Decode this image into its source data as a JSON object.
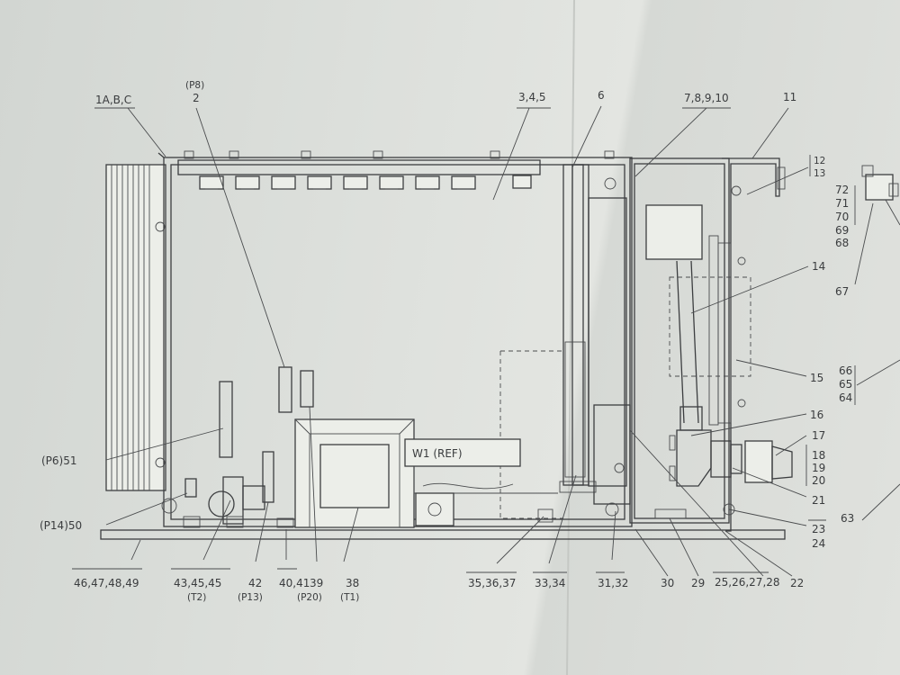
{
  "callouts": {
    "c1": "1A,B,C",
    "c2_ref": "(P8)",
    "c2": "2",
    "c3": "3,4,5",
    "c6": "6",
    "c7": "7,8,9,10",
    "c11": "11",
    "c12": "12",
    "c13": "13",
    "c14": "14",
    "c15": "15",
    "c16": "16",
    "c17": "17",
    "c18": "18",
    "c19": "19",
    "c20": "20",
    "c21": "21",
    "c22": "22",
    "c23": "23",
    "c24": "24",
    "c25": "25,26,27,28",
    "c29": "29",
    "c30": "30",
    "c31": "31,32",
    "c33": "33,34",
    "c35": "35,36,37",
    "c38": "38",
    "c38_ref": "(T1)",
    "c39": "39",
    "c39_ref": "(P20)",
    "c40": "40,41",
    "c42": "42",
    "c42_ref": "(P13)",
    "c43": "43,45,45",
    "c43_ref": "(T2)",
    "c46": "46,47,48,49",
    "c50": "(P14)50",
    "c51": "(P6)51",
    "c63": "63",
    "c64": "64",
    "c65": "65",
    "c66": "66",
    "c67": "67",
    "c68": "68",
    "c69": "69",
    "c70": "70",
    "c71": "71",
    "c72": "72"
  },
  "component_label": "W1 (REF)"
}
